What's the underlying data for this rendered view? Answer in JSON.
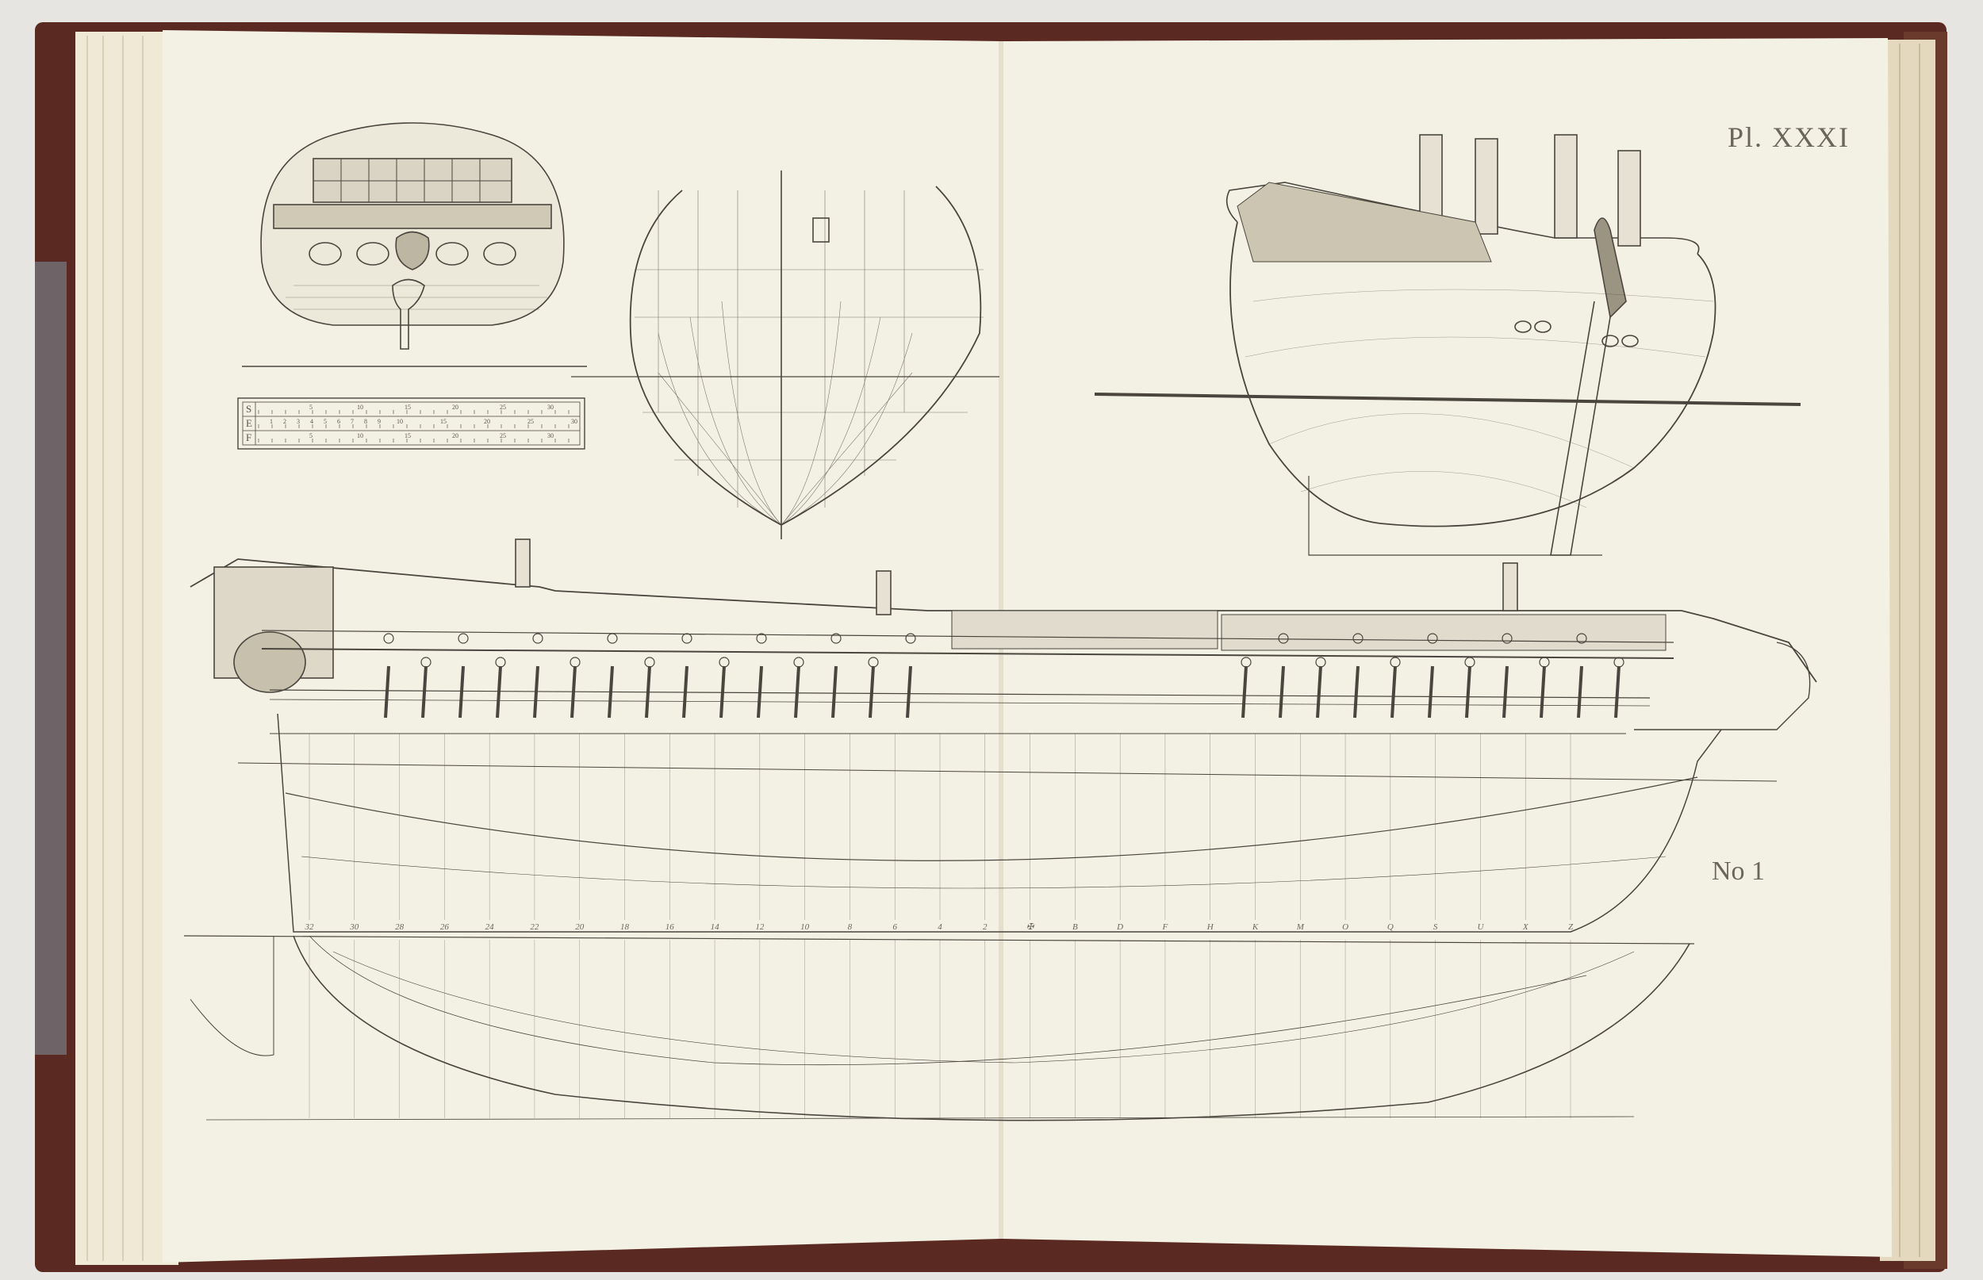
{
  "plate": {
    "plate_number": "Pl. XXXI",
    "plan_number": "No 1"
  },
  "scale_bar": {
    "rows": [
      {
        "letter": "S",
        "labels": [
          "5",
          "10",
          "15",
          "20",
          "25",
          "30"
        ]
      },
      {
        "letter": "E",
        "labels": [
          "1",
          "2",
          "3",
          "4",
          "5",
          "6",
          "7",
          "8",
          "9",
          "10",
          "15",
          "20",
          "25",
          "30"
        ]
      },
      {
        "letter": "F",
        "labels": [
          "5",
          "10",
          "15",
          "20",
          "25",
          "30"
        ]
      }
    ]
  },
  "stations": [
    "32",
    "30",
    "28",
    "26",
    "24",
    "22",
    "20",
    "18",
    "16",
    "14",
    "12",
    "10",
    "8",
    "6",
    "4",
    "2",
    "✠",
    "B",
    "D",
    "F",
    "H",
    "K",
    "M",
    "O",
    "Q",
    "S",
    "U",
    "X",
    "Z"
  ],
  "colors": {
    "paper": "#f3f0e4",
    "ink": "#4a463e",
    "cover": "#5a2a22",
    "backdrop": "#e6e5e2"
  }
}
